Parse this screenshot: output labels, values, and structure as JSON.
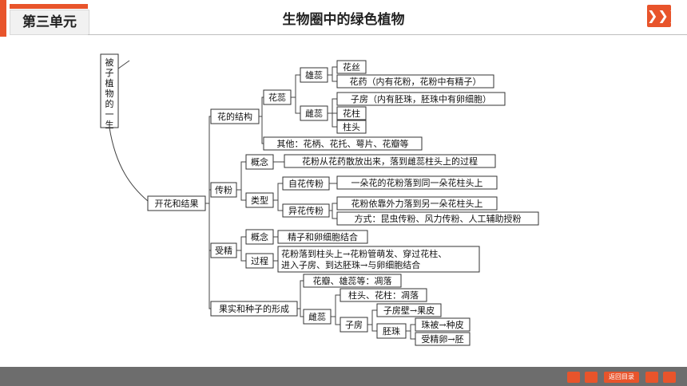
{
  "header": {
    "unit": "第三单元",
    "title": "生物圈中的绿色植物",
    "next_glyph": "❯❯❯"
  },
  "side_note": "被子植物的一生",
  "mindmap": {
    "root": "开花和结果",
    "flower_structure": "花的结构",
    "flower_core": "花蕊",
    "stamen": "雄蕊",
    "filament": "花丝",
    "anther": "花药（内有花粉，花粉中有精子）",
    "pistil": "雌蕊",
    "ovary_note": "子房（内有胚珠，胚珠中有卵细胞）",
    "style": "花柱",
    "stigma": "柱头",
    "others": "其他：花柄、花托、萼片、花瓣等",
    "pollination": "传粉",
    "poll_concept": "概念",
    "poll_concept_text": "花粉从花药散放出来，落到雌蕊柱头上的过程",
    "poll_type": "类型",
    "self_poll": "自花传粉",
    "self_poll_text": "一朵花的花粉落到同一朵花柱头上",
    "cross_poll": "异花传粉",
    "cross_poll_text": "花粉依靠外力落到另一朵花柱头上",
    "cross_poll_way": "方式：昆虫传粉、风力传粉、人工辅助授粉",
    "fertilization": "受精",
    "fert_concept": "概念",
    "fert_concept_text": "精子和卵细胞结合",
    "fert_process": "过程",
    "fert_process_line1": "花粉落到柱头上→花粉管萌发、穿过花柱、",
    "fert_process_line2": "进入子房、到达胚珠→与卵细胞结合",
    "fruit_seed": "果实和种子的形成",
    "wither1": "花瓣、雄蕊等：凋落",
    "fs_pistil": "雌蕊",
    "wither2": "柱头、花柱：凋落",
    "fs_ovary": "子房",
    "ovary_wall": "子房壁→果皮",
    "ovule": "胚珠",
    "integument": "珠被→种皮",
    "zygote": "受精卵→胚"
  },
  "footer": {
    "back": "返回目录"
  },
  "colors": {
    "accent": "#e8542b",
    "footer": "#6d6d6d"
  }
}
